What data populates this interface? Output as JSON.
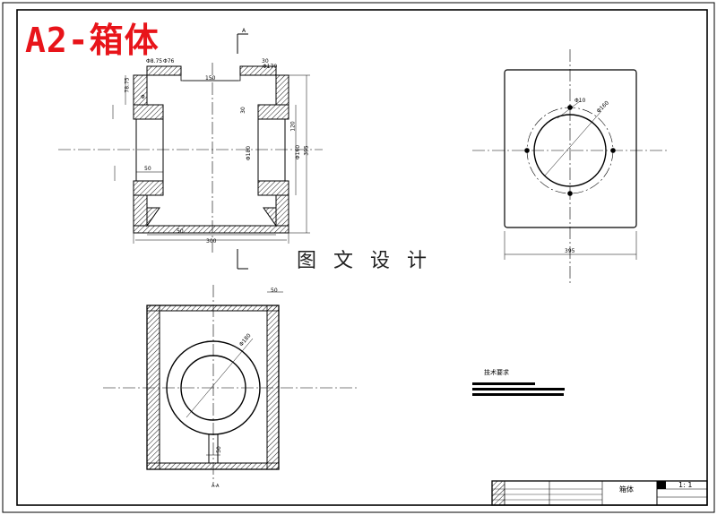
{
  "drawing": {
    "title_overlay": "A2-箱体",
    "watermark": "图 文 设 计",
    "tech_req_heading": "技术要求",
    "section_marker": "A",
    "view_label": "A-A"
  },
  "title_block": {
    "part_name": "箱体",
    "scale": "1: 1"
  },
  "dimensions": {
    "top_left_small": "Φ8.75",
    "top_left_mid": "Φ76",
    "left_side_a": "78.75",
    "left_side_b": "Φ",
    "top_span": "150",
    "top_right_a": "30",
    "top_right_b": "Φ170",
    "right_a": "30",
    "right_b": "120",
    "right_height": "395",
    "right_inner": "Φ160",
    "inner_d": "Φ180",
    "mid_width": "50",
    "bottom_inner": "50",
    "bottom_total": "300",
    "side_view_width": "395",
    "pcd": "Φ160",
    "hole": "Φ10",
    "plan_wall": "50",
    "plan_ring": "Φ180",
    "plan_slot": "50"
  },
  "colors": {
    "title_red": "#e8141a",
    "line": "#000000"
  }
}
